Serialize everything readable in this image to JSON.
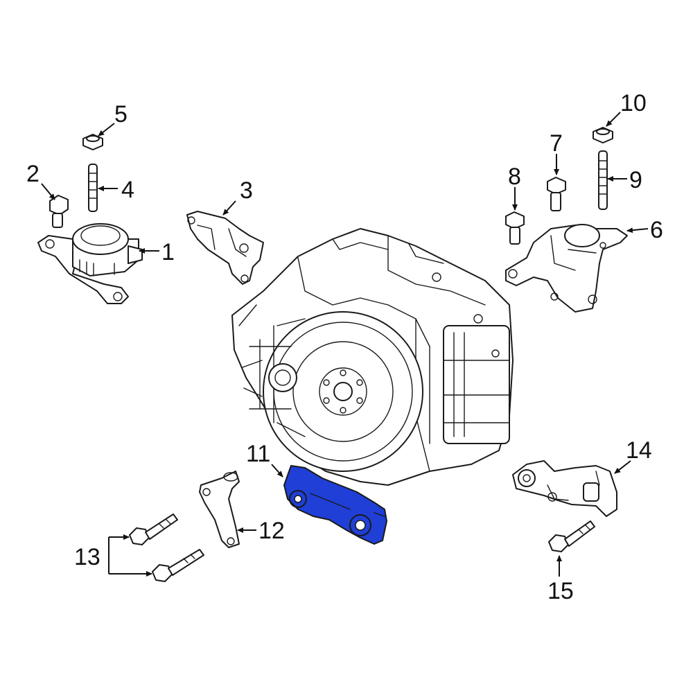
{
  "diagram": {
    "highlight_color": "#1f3fd6",
    "callouts": [
      {
        "id": "c1",
        "label": "1"
      },
      {
        "id": "c2",
        "label": "2"
      },
      {
        "id": "c3",
        "label": "3"
      },
      {
        "id": "c4",
        "label": "4"
      },
      {
        "id": "c5",
        "label": "5"
      },
      {
        "id": "c6",
        "label": "6"
      },
      {
        "id": "c7",
        "label": "7"
      },
      {
        "id": "c8",
        "label": "8"
      },
      {
        "id": "c9",
        "label": "9"
      },
      {
        "id": "c10",
        "label": "10"
      },
      {
        "id": "c11",
        "label": "11"
      },
      {
        "id": "c12",
        "label": "12"
      },
      {
        "id": "c13",
        "label": "13"
      },
      {
        "id": "c14",
        "label": "14"
      },
      {
        "id": "c15",
        "label": "15"
      }
    ]
  }
}
